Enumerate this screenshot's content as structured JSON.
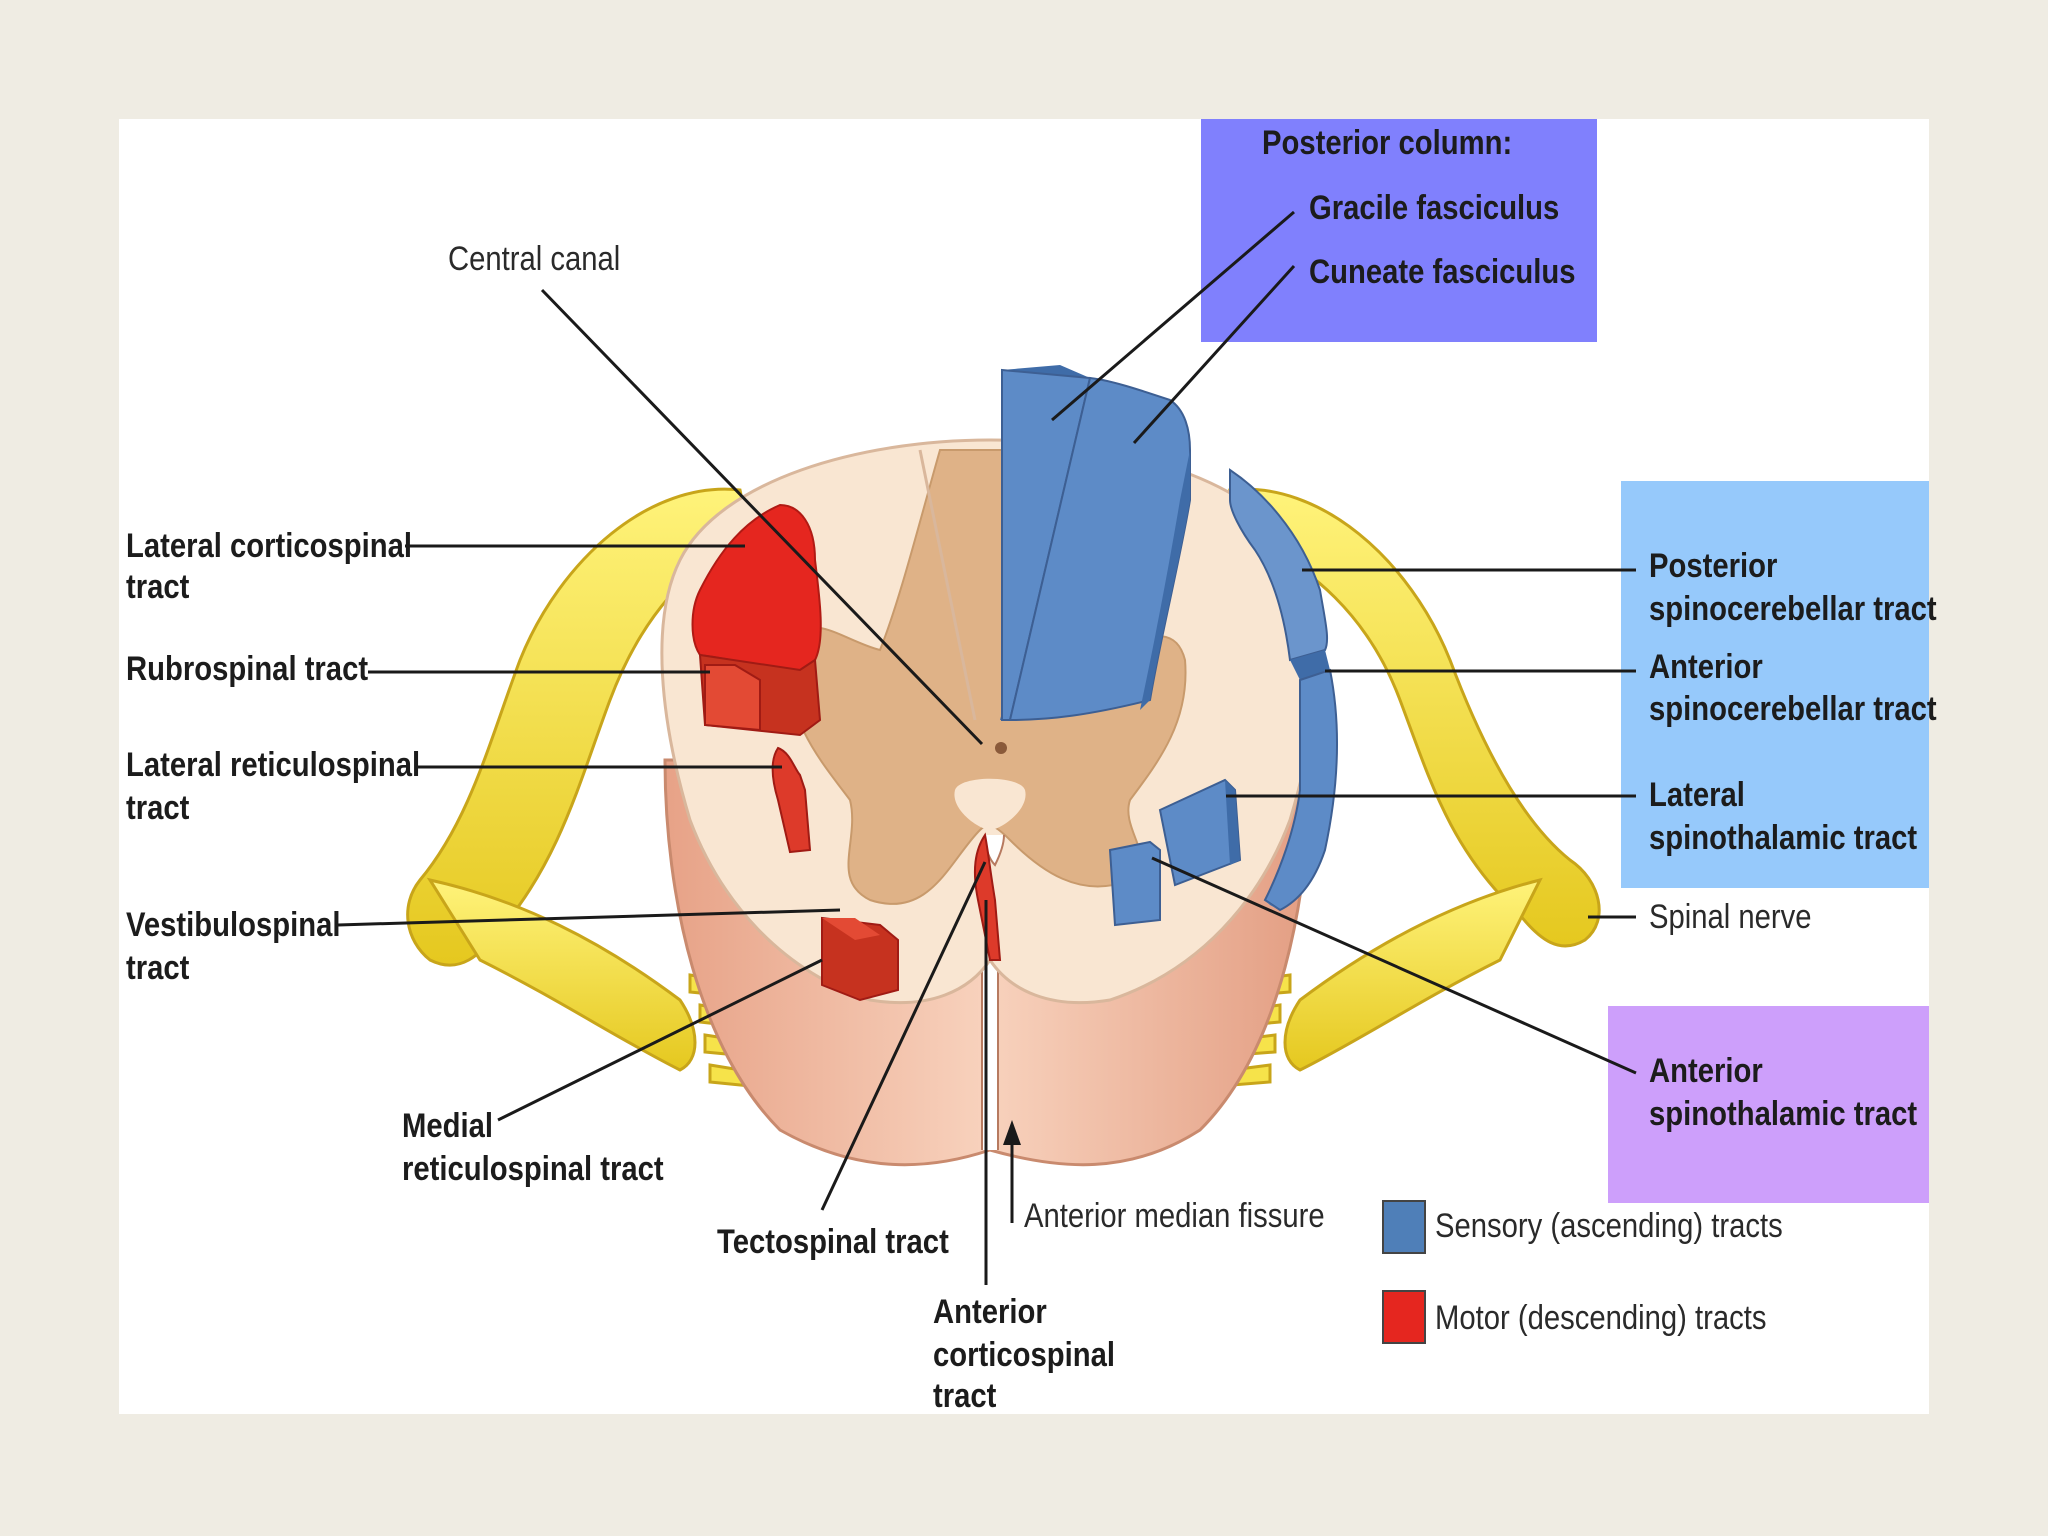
{
  "labels": {
    "central_canal": "Central canal",
    "posterior_column_title": "Posterior column:",
    "gracile_fasciculus": "Gracile fasciculus",
    "cuneate_fasciculus": "Cuneate fasciculus",
    "lateral_corticospinal_1": "Lateral corticospinal",
    "lateral_corticospinal_2": "tract",
    "rubrospinal": "Rubrospinal tract",
    "lateral_reticulospinal_1": "Lateral reticulospinal",
    "lateral_reticulospinal_2": "tract",
    "vestibulospinal_1": "Vestibulospinal",
    "vestibulospinal_2": "tract",
    "medial_reticulospinal_1": "Medial",
    "medial_reticulospinal_2": "reticulospinal tract",
    "tectospinal": "Tectospinal tract",
    "anterior_corticospinal_1": "Anterior",
    "anterior_corticospinal_2": "corticospinal",
    "anterior_corticospinal_3": "tract",
    "anterior_median_fissure": "Anterior median fissure",
    "posterior_spinocerebellar_1": "Posterior",
    "posterior_spinocerebellar_2": "spinocerebellar tract",
    "anterior_spinocerebellar_1": "Anterior",
    "anterior_spinocerebellar_2": "spinocerebellar tract",
    "lateral_spinothalamic_1": "Lateral",
    "lateral_spinothalamic_2": "spinothalamic tract",
    "spinal_nerve": "Spinal nerve",
    "anterior_spinothalamic_1": "Anterior",
    "anterior_spinothalamic_2": "spinothalamic tract"
  },
  "legend": {
    "sensory": "Sensory (ascending) tracts",
    "motor": "Motor (descending) tracts"
  },
  "colors": {
    "background": "#efece3",
    "sensory": "#4f7fb8",
    "motor": "#e5261f",
    "posterior_column_box": "#8080fd",
    "sensory_lateral_box": "#96c9fb",
    "anterior_spinothalamic_box": "#cd9ffb",
    "white_matter": "#f9e6d2",
    "gray_matter": "#dfb287",
    "nerve": "#f2df3a"
  }
}
